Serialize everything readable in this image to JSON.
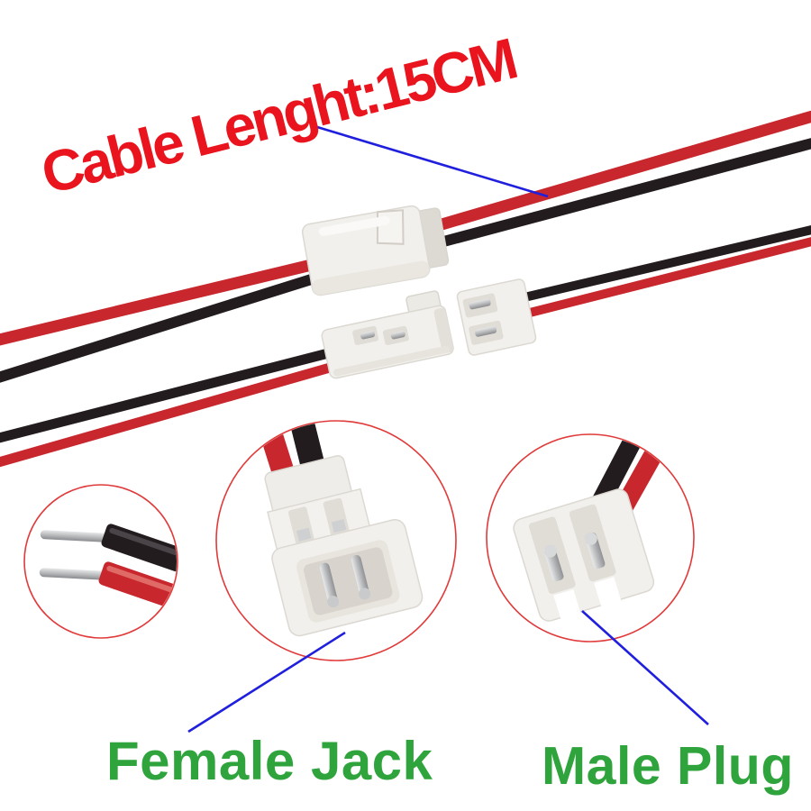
{
  "annotations": {
    "cable_length": "Cable Lenght:15CM",
    "female_jack": "Female Jack",
    "male_plug": "Male Plug"
  },
  "colors": {
    "background": "#ffffff",
    "label_red": "#e9141d",
    "label_green": "#2fa43c",
    "callout_line_blue": "#1f1fdd",
    "callout_circle_red": "#e13a3a",
    "wire_red": "#c8272d",
    "wire_black": "#231c1e",
    "connector_plastic": "#f2f0ec",
    "connector_shadow": "#ddd9d3",
    "connector_recess": "#e0dcd6",
    "connector_opening": "#d8d3cc",
    "metal_silver": "#c6c8ca"
  },
  "scene": {
    "upper_cable": "red and black wire pair joined by mated 2-pin connector",
    "lower_cable": "red and black wire pair with separated connectors",
    "callout_left": "stripped tinned wire ends close-up",
    "callout_center": "female jack connector close-up",
    "callout_right": "male plug connector close-up"
  }
}
